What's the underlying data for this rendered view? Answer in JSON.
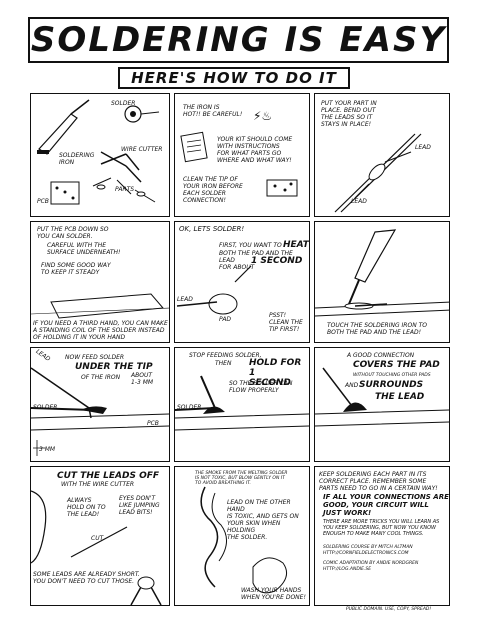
{
  "title": "SOLDERING IS EASY",
  "subtitle": "HERE'S HOW TO DO IT",
  "panels": {
    "p1": {
      "solder": "SOLDER",
      "wire_cutter": "WIRE CUTTER",
      "soldering_iron": "SOLDERING\nIRON",
      "parts": "PARTS",
      "pcb": "PCB"
    },
    "p2": {
      "warning": "THE IRON IS\nHOT!! BE CAREFUL!",
      "instructions": "YOUR KIT SHOULD COME\nWITH INSTRUCTIONS\nFOR WHAT PARTS GO\nWHERE AND WHAT WAY!",
      "clean": "CLEAN THE TIP OF\nYOUR IRON BEFORE\nEACH SOLDER\nCONNECTION!"
    },
    "p3": {
      "text": "PUT YOUR PART IN\nPLACE. BEND OUT\nTHE LEADS SO IT\nSTAYS IN PLACE!",
      "lead1": "LEAD",
      "lead2": "LEAD"
    },
    "p4": {
      "text1": "PUT THE PCB DOWN SO\nYOU CAN SOLDER.",
      "text2": "CAREFUL WITH THE\nSURFACE UNDERNEATH!",
      "text3": "FIND SOME GOOD WAY\nTO KEEP IT STEADY",
      "text4": "IF YOU NEED A THIRD HAND, YOU CAN MAKE\nA STANDING COIL OF THE SOLDER INSTEAD\nOF HOLDING IT IN YOUR HAND"
    },
    "p5": {
      "intro": "OK, LETS SOLDER!",
      "first": "FIRST, YOU WANT TO",
      "heat": "HEAT",
      "both": "BOTH THE PAD AND THE LEAD\nFOR ABOUT",
      "second": "1 SECOND",
      "lead": "LEAD",
      "pad": "PAD",
      "psst": "PSST!\nCLEAN THE\nTIP FIRST!"
    },
    "p6": {
      "text": "TOUCH THE SOLDERING IRON TO\nBOTH THE PAD AND THE LEAD!"
    },
    "p7": {
      "lead": "LEAD",
      "now": "NOW FEED SOLDER",
      "under": "UNDER THE TIP",
      "of_iron": "OF THE IRON",
      "about": "ABOUT\n1-3 MM",
      "solder": "SOLDER",
      "pcb": "PCB",
      "mm": "3 MM"
    },
    "p8": {
      "stop": "STOP FEEDING SOLDER,",
      "then": "THEN",
      "hold": "HOLD FOR 1\nSECOND",
      "so": "SO THE SOLDER CAN\nFLOW PROPERLY",
      "solder": "SOLDER"
    },
    "p9": {
      "good": "A GOOD CONNECTION",
      "covers": "COVERS THE PAD",
      "without": "WITHOUT TOUCHING OTHER PADS",
      "and": "AND",
      "surrounds": "SURROUNDS",
      "the_lead": "THE LEAD"
    },
    "p10": {
      "cut": "CUT THE LEADS OFF",
      "with": "WITH THE WIRE CUTTER",
      "always": "ALWAYS\nHOLD ON TO\nTHE LEAD!",
      "eyes": "EYES DON'T\nLIKE JUMPING\nLEAD BITS!",
      "cut_label": "CUT",
      "short": "SOME LEADS ARE ALREADY SHORT.\nYOU DON'T NEED TO CUT THOSE."
    },
    "p11": {
      "smoke": "THE SMOKE FROM THE MELTING SOLDER\nIS NOT TOXIC, BUT BLOW GENTLY ON IT\nTO AVOID BREATHING IT.",
      "lead": "LEAD ON THE OTHER HAND\nIS TOXIC, AND GETS ON\nYOUR SKIN WHEN HOLDING\nTHE SOLDER.",
      "wash": "WASH YOUR HANDS\nWHEN YOU'RE DONE!"
    },
    "p12": {
      "keep": "KEEP SOLDERING EACH PART IN ITS\nCORRECT PLACE. REMEMBER SOME\nPARTS NEED TO GO IN A CERTAIN WAY!",
      "if_all": "IF ALL YOUR CONNECTIONS ARE\nGOOD, YOUR CIRCUIT WILL\nJUST WORK!",
      "more": "THERE ARE MORE TRICKS YOU WILL LEARN AS\nYOU KEEP SOLDERING, BUT NOW YOU KNOW\nENOUGH TO MAKE MANY COOL THINGS.",
      "course": "SOLDERING COURSE BY MITCH ALTMAN\nHTTP://CORNFIELDELECTRONICS.COM",
      "comic": "COMIC ADAPTATION BY ANDIE NORDGREN\nHTTP://LOG.ANDIE.SE"
    }
  },
  "footer": "PUBLIC DOMAIN. USE, COPY, SPREAD!"
}
